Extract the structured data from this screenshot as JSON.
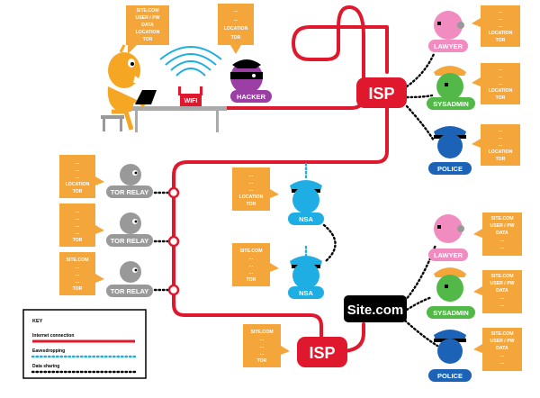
{
  "user_note": [
    "SITE.COM",
    "USER / PW",
    "DATA",
    "LOCATION",
    "TOR"
  ],
  "hacker_note": [
    "...",
    "...",
    "LOCATION",
    "TOR"
  ],
  "wifi_label": "WIFI",
  "hacker_label": "HACKER",
  "isp_label": "ISP",
  "site_label": "Site.com",
  "tor_relay_label": "TOR RELAY",
  "nsa_label": "NSA",
  "lawyer_label": "LAWYER",
  "sysadmin_label": "SYSADMIN",
  "police_label": "POLICE",
  "tor_notes": [
    [
      "...",
      "...",
      "...",
      "LOCATION",
      "TOR"
    ],
    [
      "...",
      "...",
      "...",
      "...",
      "TOR"
    ],
    [
      "SITE.COM",
      "...",
      "...",
      "...",
      "TOR"
    ]
  ],
  "nsa_notes": [
    [
      "...",
      "...",
      "...",
      "LOCATION",
      "TOR"
    ],
    [
      "SITE.COM",
      "...",
      "...",
      "...",
      "TOR"
    ]
  ],
  "bottom_isp_note": [
    "SITE.COM",
    "...",
    "...",
    "...",
    "TOR"
  ],
  "top_isp_notes": [
    [
      "...",
      "...",
      "...",
      "LOCATION",
      "TOR"
    ],
    [
      "...",
      "...",
      "...",
      "LOCATION",
      "TOR"
    ],
    [
      "...",
      "...",
      "...",
      "LOCATION",
      "TOR"
    ]
  ],
  "site_notes": [
    [
      "SITE.COM",
      "USER / PW",
      "DATA",
      "...",
      "..."
    ],
    [
      "SITE.COM",
      "USER / PW",
      "DATA",
      "...",
      "..."
    ],
    [
      "SITE.COM",
      "USER / PW",
      "DATA",
      "...",
      "..."
    ]
  ],
  "key": {
    "title": "KEY",
    "items": [
      {
        "label": "Internet connection",
        "style": "solid"
      },
      {
        "label": "Eavesdropping",
        "style": "dotted-blue"
      },
      {
        "label": "Data sharing",
        "style": "dotted-black"
      }
    ]
  },
  "colors": {
    "wire": "#e0182d",
    "note": "#f4a63a",
    "user": "#f5a623",
    "hacker": "#9b3fa4",
    "relay": "#999999",
    "nsa": "#1eaee4",
    "lawyer": "#f08cc0",
    "sysadmin": "#52b848",
    "police": "#1c63b7",
    "black": "#000000"
  }
}
